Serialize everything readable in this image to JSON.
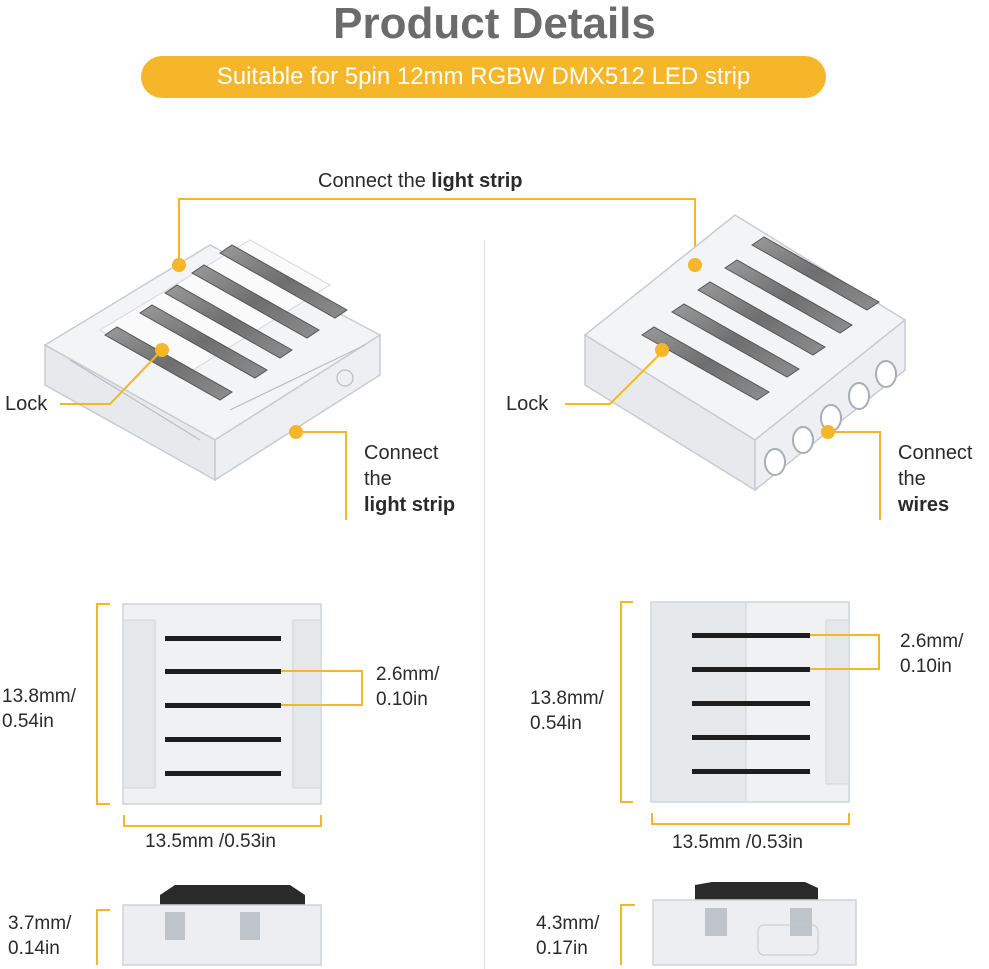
{
  "header": {
    "title": "Product Details",
    "banner": "Suitable for 5pin 12mm RGBW DMX512 LED strip"
  },
  "top_callout": {
    "prefix": "Connect the ",
    "bold": "light strip"
  },
  "left": {
    "lock_label": "Lock",
    "connect_line1": "Connect",
    "connect_line2": "the",
    "connect_bold": "light strip",
    "height_dim_1": "13.8mm/",
    "height_dim_2": "0.54in",
    "pitch_dim_1": "2.6mm/",
    "pitch_dim_2": "0.10in",
    "width_dim": "13.5mm /0.53in",
    "thick_dim_1": "3.7mm/",
    "thick_dim_2": "0.14in"
  },
  "right": {
    "lock_label": "Lock",
    "connect_line1": "Connect",
    "connect_line2": "the",
    "connect_bold": "wires",
    "height_dim_1": "13.8mm/",
    "height_dim_2": "0.54in",
    "pitch_dim_1": "2.6mm/",
    "pitch_dim_2": "0.10in",
    "width_dim": "13.5mm /0.53in",
    "thick_dim_1": "4.3mm/",
    "thick_dim_2": "0.17in"
  },
  "colors": {
    "accent": "#f5b62a",
    "title": "#6b6b6b"
  }
}
